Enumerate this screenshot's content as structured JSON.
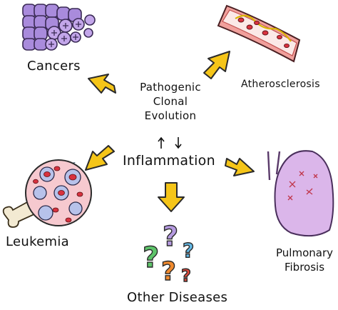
{
  "center": {
    "pce_lines": [
      "Pathogenic",
      "Clonal",
      "Evolution"
    ],
    "inflammation": "Inflammation"
  },
  "outcomes": {
    "cancers": "Cancers",
    "atherosclerosis": "Atherosclerosis",
    "leukemia": "Leukemia",
    "other_diseases": "Other Diseases",
    "pulmonary_fibrosis_lines": [
      "Pulmonary",
      "Fibrosis"
    ]
  },
  "colors": {
    "arrow": "#f5c518",
    "cells": "#9b7fd3",
    "artery": "#e98a86",
    "lung": "#d9b3e8",
    "blood_cell": "#d83a4a",
    "q_green": "#5ec46a",
    "q_blue": "#63b9e6",
    "q_orange": "#f08a2e",
    "q_purple": "#b59ae0",
    "q_red": "#e04a3c"
  }
}
